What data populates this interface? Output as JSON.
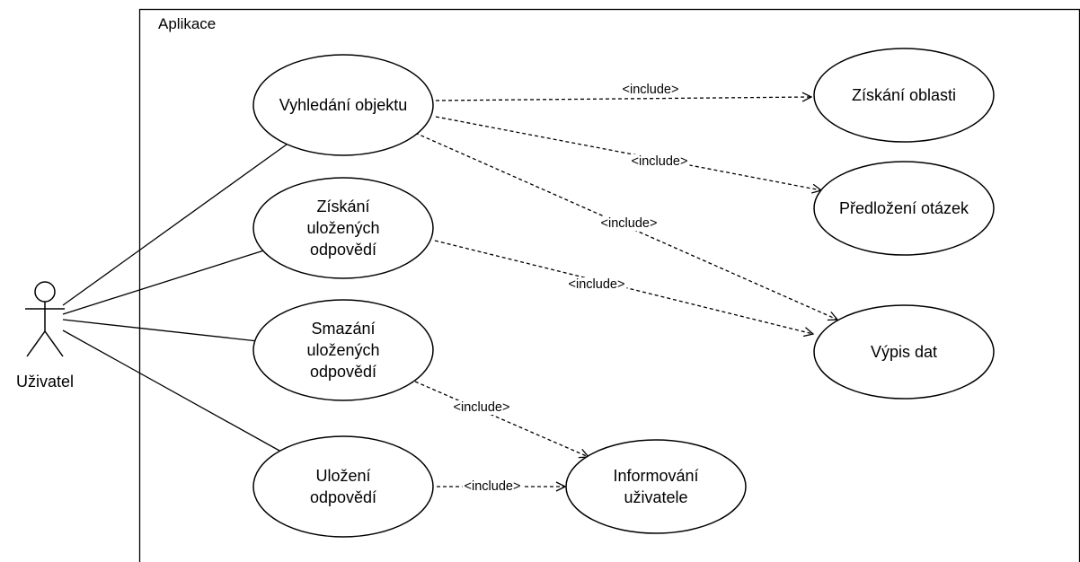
{
  "system_boundary": {
    "title": "Aplikace"
  },
  "actor": {
    "name": "Uživatel"
  },
  "use_cases": [
    {
      "id": "vyhledani",
      "lines": [
        "Vyhledání objektu"
      ]
    },
    {
      "id": "ziskani-ulozenych",
      "lines": [
        "Získání",
        "uložených",
        "odpovědí"
      ]
    },
    {
      "id": "smazani",
      "lines": [
        "Smazání",
        "uložených",
        "odpovědí"
      ]
    },
    {
      "id": "ulozeni",
      "lines": [
        "Uložení",
        "odpovědí"
      ]
    },
    {
      "id": "ziskani-oblasti",
      "lines": [
        "Získání oblasti"
      ]
    },
    {
      "id": "predlozeni",
      "lines": [
        "Předložení otázek"
      ]
    },
    {
      "id": "vypis",
      "lines": [
        "Výpis dat"
      ]
    },
    {
      "id": "informovani",
      "lines": [
        "Informování",
        "uživatele"
      ]
    }
  ],
  "associations": [
    {
      "from": "actor",
      "to": "vyhledani"
    },
    {
      "from": "actor",
      "to": "ziskani-ulozenych"
    },
    {
      "from": "actor",
      "to": "smazani"
    },
    {
      "from": "actor",
      "to": "ulozeni"
    }
  ],
  "includes": [
    {
      "from": "vyhledani",
      "to": "ziskani-oblasti",
      "label": "<include>"
    },
    {
      "from": "vyhledani",
      "to": "predlozeni",
      "label": "<include>"
    },
    {
      "from": "vyhledani",
      "to": "vypis",
      "label": "<include>"
    },
    {
      "from": "ziskani-ulozenych",
      "to": "vypis",
      "label": "<include>"
    },
    {
      "from": "smazani",
      "to": "informovani",
      "label": "<include>"
    },
    {
      "from": "ulozeni",
      "to": "informovani",
      "label": "<include>"
    }
  ]
}
